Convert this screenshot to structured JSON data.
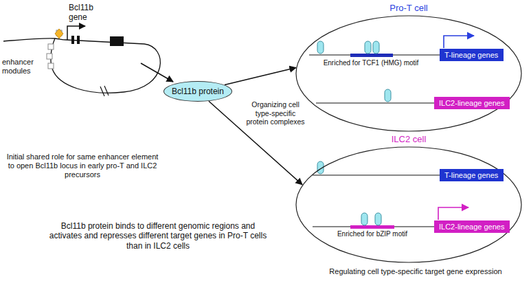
{
  "diagram": {
    "nodes": [
      {
        "text": [
          "Bcl11b protein"
        ]
      },
      {
        "text": [
          "Pro-T cell"
        ]
      },
      {
        "text": [
          "T-lineage genes"
        ],
        "in": 1
      },
      {
        "text": [
          "ILC2-lineage genes"
        ],
        "in": 1
      },
      {
        "text": [
          "ILC2 cell"
        ]
      },
      {
        "text": [
          "T-lineage genes"
        ],
        "in": 4
      },
      {
        "text": [
          "ILC2-lineage genes"
        ],
        "in": 4
      }
    ],
    "edges": [
      {
        "from": 0,
        "to": 1,
        "arrow": "to"
      },
      {
        "from": 0,
        "to": 4,
        "arrow": "to"
      }
    ],
    "labels": [
      "Bcl11b gene",
      "enhancer modules",
      "Initial shared role for same enhancer element to open Bcl11b locus in early pro-T and ILC2 precursors",
      "Organizing cell type-specific protein complexes",
      "Enriched for TCF1 (HMG) motif",
      "Enriched for bZIP motif",
      "Bcl11b protein binds to different genomic regions and activates and represses different target genes in Pro-T cells than in ILC2 cells",
      "Regulating cell type-specific target gene expression"
    ]
  }
}
